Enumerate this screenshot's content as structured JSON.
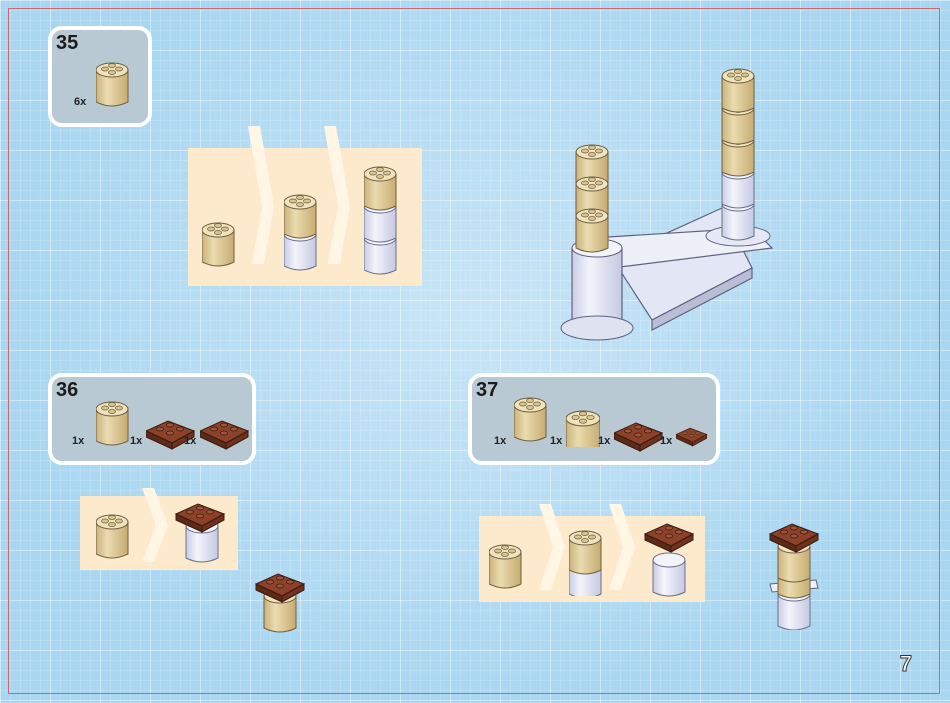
{
  "page": {
    "number": "7"
  },
  "steps": [
    {
      "number": "35",
      "parts": [
        {
          "qty": "6x",
          "part": "tan-round-brick-icon"
        }
      ]
    },
    {
      "number": "36",
      "parts": [
        {
          "qty": "1x",
          "part": "tan-round-brick-icon"
        },
        {
          "qty": "1x",
          "part": "brown-plate-icon"
        },
        {
          "qty": "1x",
          "part": "brown-plate-icon"
        }
      ]
    },
    {
      "number": "37",
      "parts": [
        {
          "qty": "1x",
          "part": "tan-round-brick-icon"
        },
        {
          "qty": "1x",
          "part": "tan-round-brick-icon"
        },
        {
          "qty": "1x",
          "part": "brown-corner-plate-icon"
        },
        {
          "qty": "1x",
          "part": "brown-small-plate-icon"
        }
      ]
    }
  ],
  "colors": {
    "tan": "#e0cd9c",
    "white_brick": "#e4e8f6",
    "brown": "#7a3a24",
    "panel": "#fde9cc",
    "parts_box": "#b8c9d3",
    "background": "#a9d7f2"
  }
}
